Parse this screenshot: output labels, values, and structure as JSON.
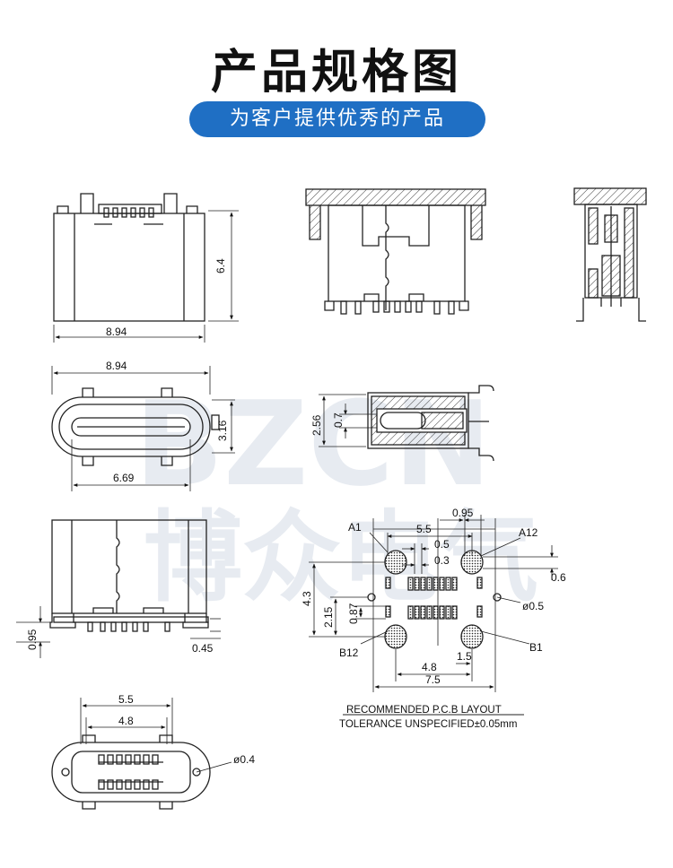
{
  "header": {
    "title": "产品规格图",
    "subtitle": "为客户提供优秀的产品"
  },
  "watermark": {
    "latin": "BZCN",
    "chinese": "博众电气"
  },
  "dimensions": {
    "front_width": "8.94",
    "front_height": "6.4",
    "top_width": "8.94",
    "top_height": "3.16",
    "top_inner_width": "6.69",
    "side_outer": "2.56",
    "side_inner": "0.7",
    "rear_pin_height": "0.95",
    "rear_pin_offset": "0.45",
    "bottom_pitch_outer": "5.5",
    "bottom_pitch_inner": "4.8",
    "bottom_hole": "ø0.4"
  },
  "pcb_layout": {
    "dims": {
      "d095": "0.95",
      "d55": "5.5",
      "d05": "0.5",
      "d03": "0.3",
      "d06": "0.6",
      "d43": "4.3",
      "d215": "2.15",
      "d087": "0.87",
      "hole": "ø0.5",
      "d48": "4.8",
      "d15": "1.5",
      "d75": "7.5"
    },
    "pins": {
      "a1": "A1",
      "a12": "A12",
      "b12": "B12",
      "b1": "B1"
    },
    "notes": {
      "title": "RECOMMENDED P.C.B LAYOUT",
      "tolerance": "TOLERANCE UNSPECIFIED±0.05mm"
    }
  },
  "colors": {
    "accent": "#1f6fc4",
    "line": "#222222",
    "watermark": "#e7ebf1"
  }
}
